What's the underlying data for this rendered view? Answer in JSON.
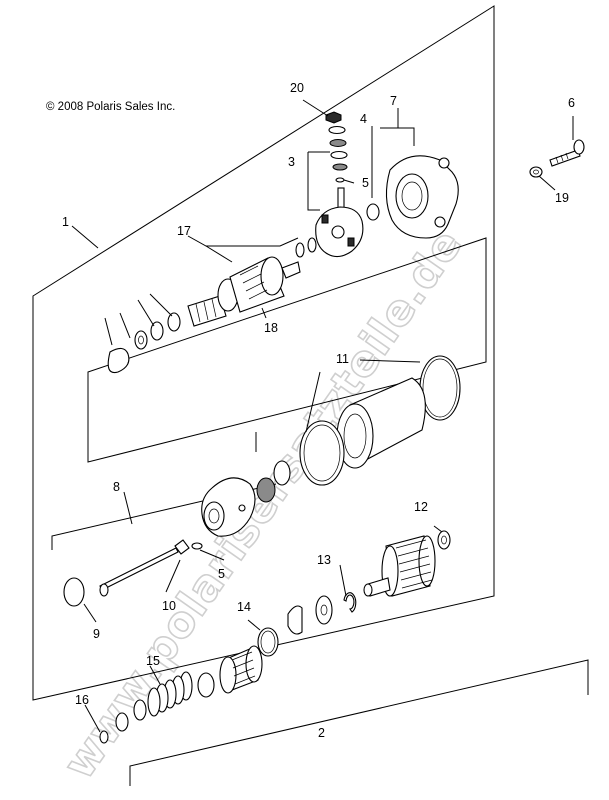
{
  "copyright": "© 2008 Polaris Sales Inc.",
  "watermark": "www.polarisersatzteile.de",
  "callouts": {
    "c1": "1",
    "c2": "2",
    "c3": "3",
    "c4": "4",
    "c5a": "5",
    "c5b": "5",
    "c6": "6",
    "c7": "7",
    "c8": "8",
    "c9": "9",
    "c10": "10",
    "c11": "11",
    "c12": "12",
    "c13": "13",
    "c14": "14",
    "c15": "15",
    "c16": "16",
    "c17": "17",
    "c18": "18",
    "c19": "19",
    "c20": "20"
  }
}
